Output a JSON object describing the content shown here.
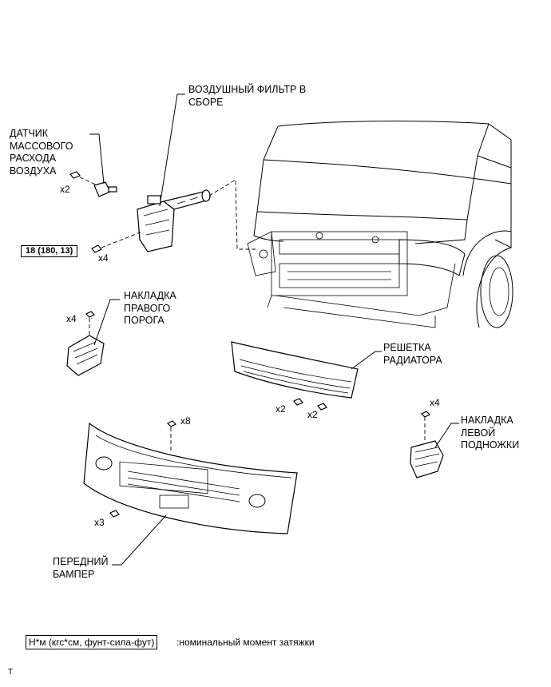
{
  "labels": {
    "air_filter": "ВОЗДУШНЫЙ ФИЛЬТР В\nСБОРЕ",
    "maf_sensor": "ДАТЧИК\nМАССОВОГО\nРАСХОДА\nВОЗДУХА",
    "right_sill_cover": "НАКЛАДКА\nПРАВОГО\nПОРОГА",
    "radiator_grille": "РЕШЕТКА\nРАДИАТОРА",
    "left_step_cover": "НАКЛАДКА\nЛЕВОЙ\nПОДНОЖКИ",
    "front_bumper": "ПЕРЕДНИЙ\nБАМПЕР"
  },
  "quantities": {
    "maf_screws": "x2",
    "air_filter_bolts": "x4",
    "sill_clips": "x4",
    "grille_clips_left": "x2",
    "grille_clips_right": "x2",
    "step_clips": "x4",
    "bumper_top_clips": "x8",
    "bumper_screws": "x3"
  },
  "torque": {
    "air_filter_bolt": "18 (180, 13)"
  },
  "legend": {
    "unit": "Н*м (кгс*см, фунт-сила-фут)",
    "description": ":номинальный момент затяжки"
  },
  "footer_mark": "T"
}
